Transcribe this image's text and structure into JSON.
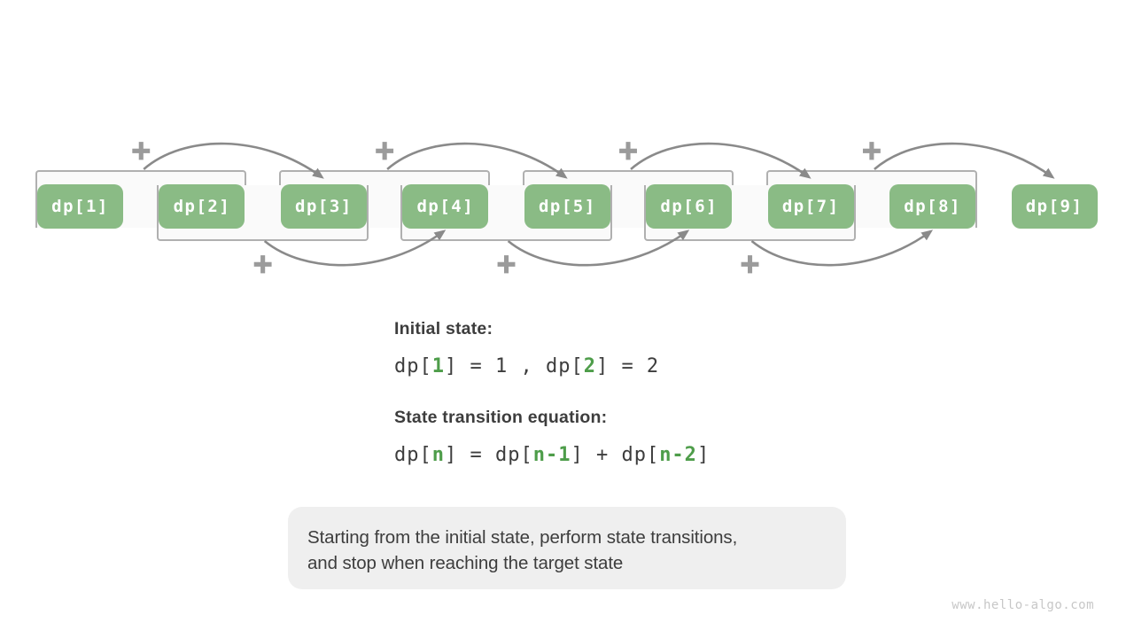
{
  "diagram": {
    "boxes": [
      "dp[1]",
      "dp[2]",
      "dp[3]",
      "dp[4]",
      "dp[5]",
      "dp[6]",
      "dp[7]",
      "dp[8]",
      "dp[9]"
    ],
    "plus": "+"
  },
  "initial_state": {
    "heading": "Initial state:",
    "parts": [
      {
        "text": "dp[",
        "green": false
      },
      {
        "text": "1",
        "green": true
      },
      {
        "text": "] = 1 , dp[",
        "green": false
      },
      {
        "text": "2",
        "green": true
      },
      {
        "text": "] = 2",
        "green": false
      }
    ]
  },
  "transition": {
    "heading": "State transition equation:",
    "parts": [
      {
        "text": "dp[",
        "green": false
      },
      {
        "text": "n",
        "green": true
      },
      {
        "text": "] = dp[",
        "green": false
      },
      {
        "text": "n-1",
        "green": true
      },
      {
        "text": "] + dp[",
        "green": false
      },
      {
        "text": "n-2",
        "green": true
      },
      {
        "text": "]",
        "green": false
      }
    ]
  },
  "note": {
    "lines": [
      "Starting from the initial state, perform state transitions,",
      "and stop when reaching the target state"
    ]
  },
  "watermark": "www.hello-algo.com",
  "colors": {
    "box_fill": "#8abb85",
    "box_text": "#ffffff",
    "bracket_fill": "#fafafa",
    "bracket_border": "#b0b0b0",
    "arrow": "#8a8a8a",
    "plus": "#9b9b9b",
    "eq_green": "#4e9d4a",
    "text_dark": "#3d3d3d",
    "note_bg": "#efefef",
    "note_text": "#3d3d3d",
    "watermark": "#c7c7c7"
  }
}
